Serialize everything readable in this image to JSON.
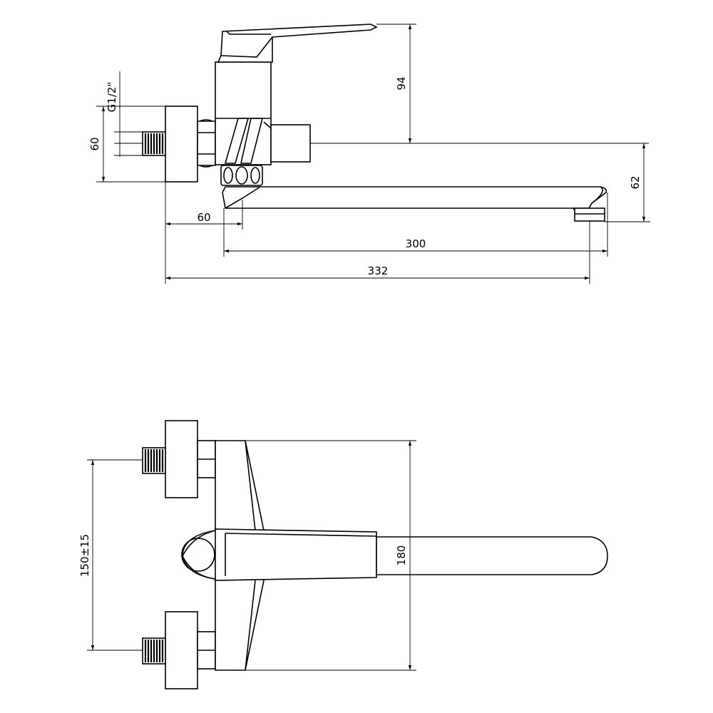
{
  "drawing": {
    "top_view": {
      "dimensions": {
        "thread": "G1/2\"",
        "wall_block_height": "60",
        "lever_height": "94",
        "spout_drop": "62",
        "spout_offset": "60",
        "spout_length": "300",
        "overall_length": "332"
      }
    },
    "front_view": {
      "dimensions": {
        "inlet_spacing": "150±15",
        "body_height": "180"
      }
    }
  }
}
